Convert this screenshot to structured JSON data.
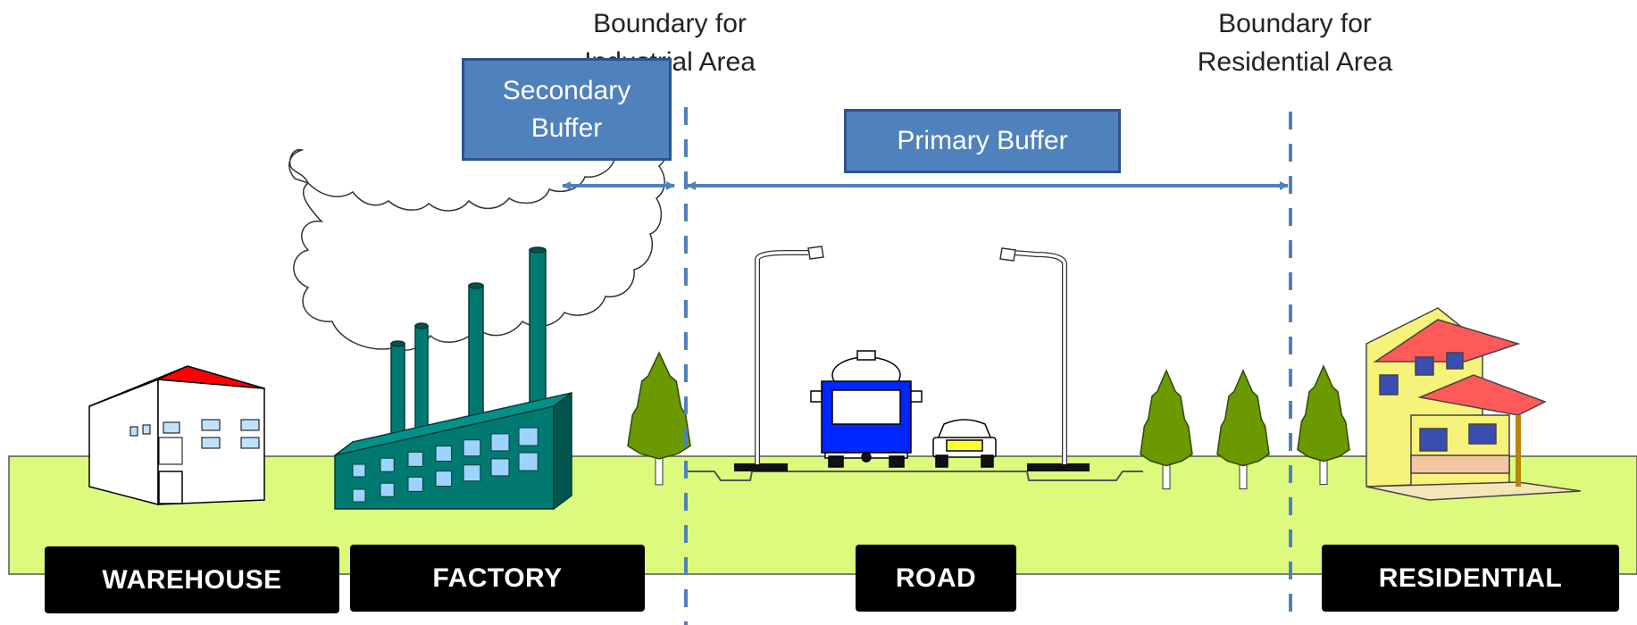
{
  "boundaries": {
    "industrial": {
      "line1": "Boundary for",
      "line2": "Industrial Area"
    },
    "residential": {
      "line1": "Boundary for",
      "line2": "Residential Area"
    }
  },
  "buffers": {
    "secondary": {
      "line1": "Secondary",
      "line2": "Buffer"
    },
    "primary": {
      "label": "Primary Buffer"
    }
  },
  "zones": {
    "warehouse": "WAREHOUSE",
    "factory": "FACTORY",
    "road": "ROAD",
    "residential": "RESIDENTIAL"
  },
  "colors": {
    "ground": "#dcfb7d",
    "buffer_box": "#4f81bd",
    "boundary_line": "#4f81bd",
    "label_bg": "#000000",
    "factory": "#007a70",
    "tree": "#6a9a00",
    "truck": "#0026ff",
    "roof": "#ff0000"
  }
}
